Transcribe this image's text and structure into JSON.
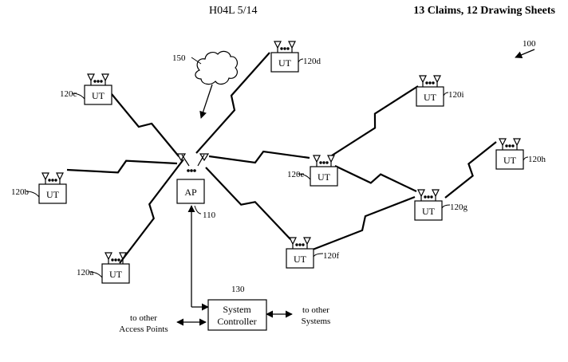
{
  "header": {
    "classification": "H04L 5/14",
    "claims": "13 Claims, 12 Drawing Sheets"
  },
  "figure": {
    "ref": "100",
    "cloud_ref": "150",
    "ap": {
      "label": "AP",
      "ref": "110"
    },
    "controller": {
      "line1": "System",
      "line2": "Controller",
      "ref": "130"
    },
    "terminals": [
      {
        "label": "UT",
        "ref": "120a"
      },
      {
        "label": "UT",
        "ref": "120b"
      },
      {
        "label": "UT",
        "ref": "120c"
      },
      {
        "label": "UT",
        "ref": "120d"
      },
      {
        "label": "UT",
        "ref": "120e"
      },
      {
        "label": "UT",
        "ref": "120f"
      },
      {
        "label": "UT",
        "ref": "120g"
      },
      {
        "label": "UT",
        "ref": "120h"
      },
      {
        "label": "UT",
        "ref": "120i"
      }
    ],
    "left_arrow": {
      "line1": "to other",
      "line2": "Access Points"
    },
    "right_arrow": {
      "line1": "to other",
      "line2": "Systems"
    }
  }
}
